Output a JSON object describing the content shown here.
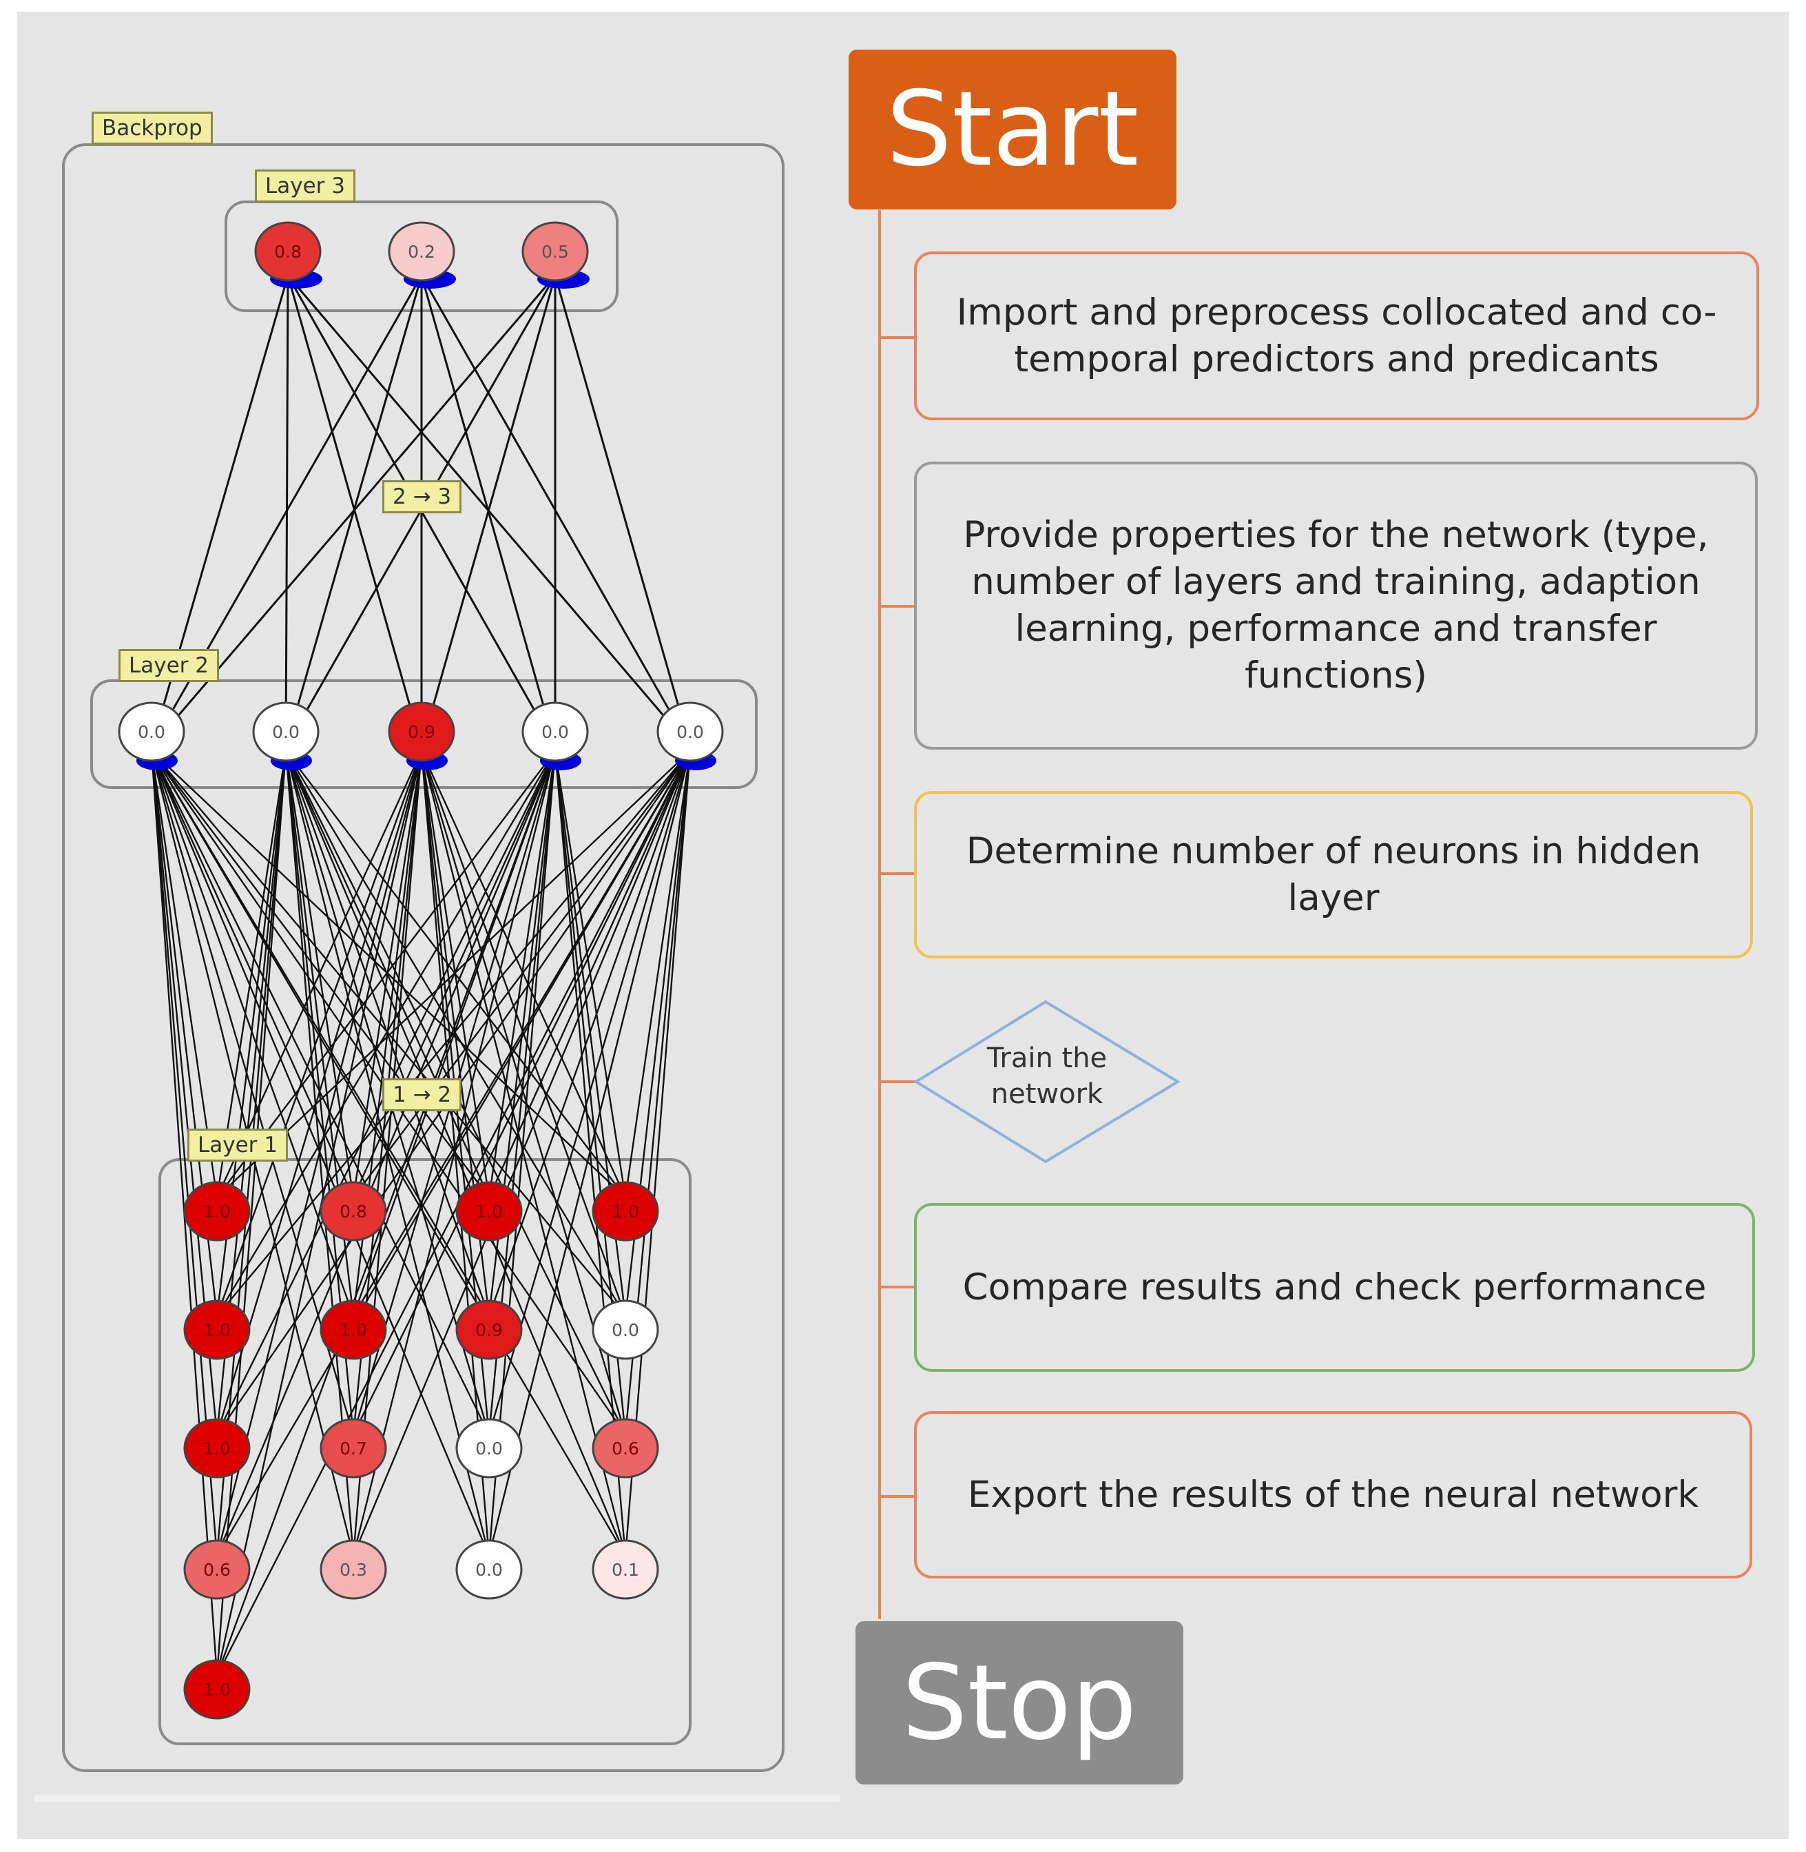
{
  "network": {
    "container_label": "Backprop",
    "layer3": {
      "label": "Layer 3",
      "neurons": [
        "0.8",
        "0.2",
        "0.5"
      ]
    },
    "layer2": {
      "label": "Layer 2",
      "neurons": [
        "0.0",
        "0.0",
        "0.9",
        "0.0",
        "0.0"
      ]
    },
    "layer1": {
      "label": "Layer 1",
      "neurons": [
        [
          "1.0",
          "0.8",
          "1.0",
          "1.0"
        ],
        [
          "1.0",
          "1.0",
          "0.9",
          "0.0"
        ],
        [
          "1.0",
          "0.7",
          "0.0",
          "0.6"
        ],
        [
          "0.6",
          "0.3",
          "0.0",
          "0.1"
        ],
        [
          "1.0"
        ]
      ]
    },
    "projection_2_3": "2 → 3",
    "projection_1_2": "1 → 2"
  },
  "flowchart": {
    "start": "Start",
    "steps": [
      {
        "id": "import",
        "text": "Import and preprocess collocated and co-temporal predictors and predicants",
        "border": "#e8845a"
      },
      {
        "id": "properties",
        "text": "Provide properties for the network (type, number of layers and training, adaption learning, performance and transfer functions)",
        "border": "#9a9a9a"
      },
      {
        "id": "neurons",
        "text": "Determine number of neurons in hidden layer",
        "border": "#f2c14e"
      },
      {
        "id": "train",
        "text": "Train the network",
        "border": "#8fb0dc"
      },
      {
        "id": "compare",
        "text": "Compare results and check performance",
        "border": "#7cb26a"
      },
      {
        "id": "export",
        "text": "Export the results of the neural network",
        "border": "#e8845a"
      }
    ],
    "stop": "Stop",
    "colors": {
      "start": "#d95f17",
      "stop": "#8c8c8c",
      "spine": "#e8845a"
    }
  }
}
